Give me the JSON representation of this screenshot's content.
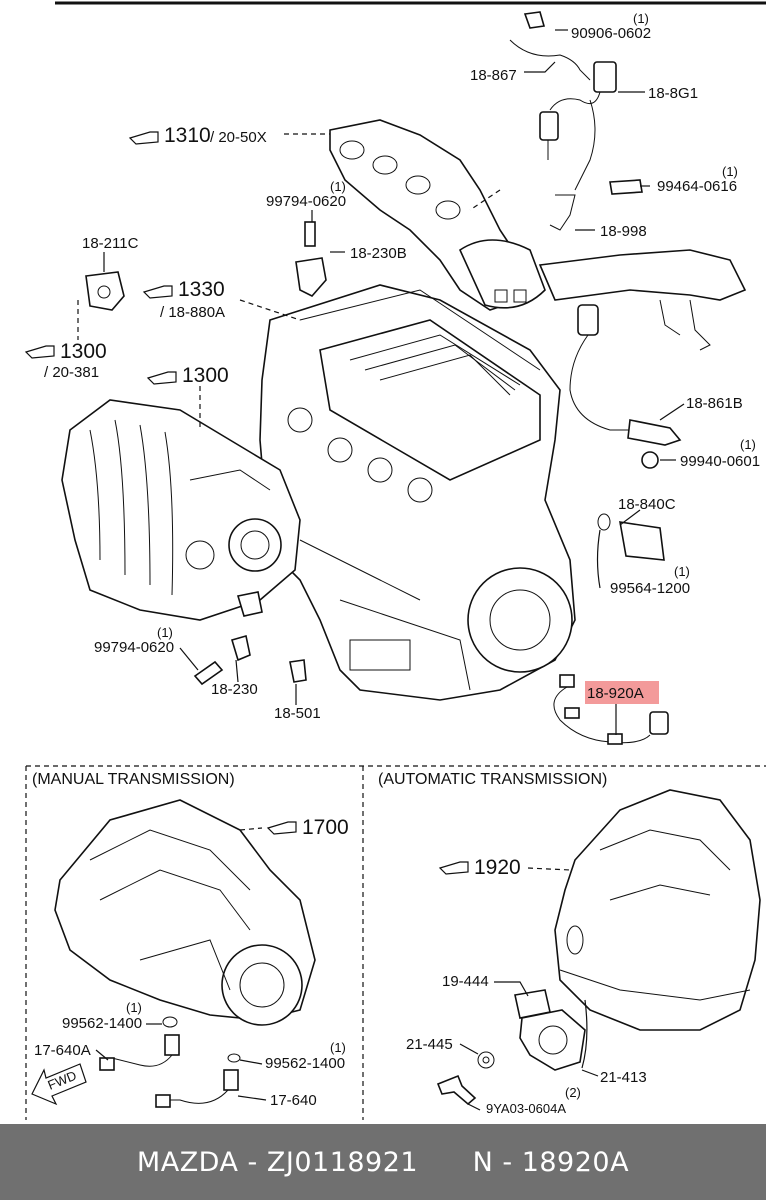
{
  "labels": {
    "p_90906": "90906-0602",
    "p_18867": "18-867",
    "p_188g1": "18-8G1",
    "p_1310": "1310",
    "p_1310b": "/ 20-50X",
    "p_99464": "99464-0616",
    "p_99794a": "99794-0620",
    "p_18230b": "18-230B",
    "p_18998": "18-998",
    "p_18211c": "18-211C",
    "p_1330": "1330",
    "p_1330b": "/ 18-880A",
    "p_1300a": "1300",
    "p_1300ab": "/ 20-381",
    "p_1300b": "1300",
    "p_18861b": "18-861B",
    "p_99940": "99940-0601",
    "p_18840c": "18-840C",
    "p_99564": "99564-1200",
    "p_99794b": "99794-0620",
    "p_18230": "18-230",
    "p_18501": "18-501",
    "p_18920a": "18-920A",
    "p_1700": "1700",
    "p_1920": "1920",
    "p_19444": "19-444",
    "p_99562a": "99562-1400",
    "p_21445": "21-445",
    "p_17640a": "17-640A",
    "p_99562b": "99562-1400",
    "p_21413": "21-413",
    "p_17640": "17-640",
    "p_9ya03": "9YA03-0604A",
    "qty1": "(1)",
    "qty2": "(2)",
    "fwd": "FWD"
  },
  "sections": {
    "manual": "(MANUAL TRANSMISSION)",
    "automatic": "(AUTOMATIC TRANSMISSION)"
  },
  "footer": {
    "brand": "MAZDA - ZJ0118921",
    "number": "N - 18920A"
  },
  "highlight_color": "#f39a9a"
}
